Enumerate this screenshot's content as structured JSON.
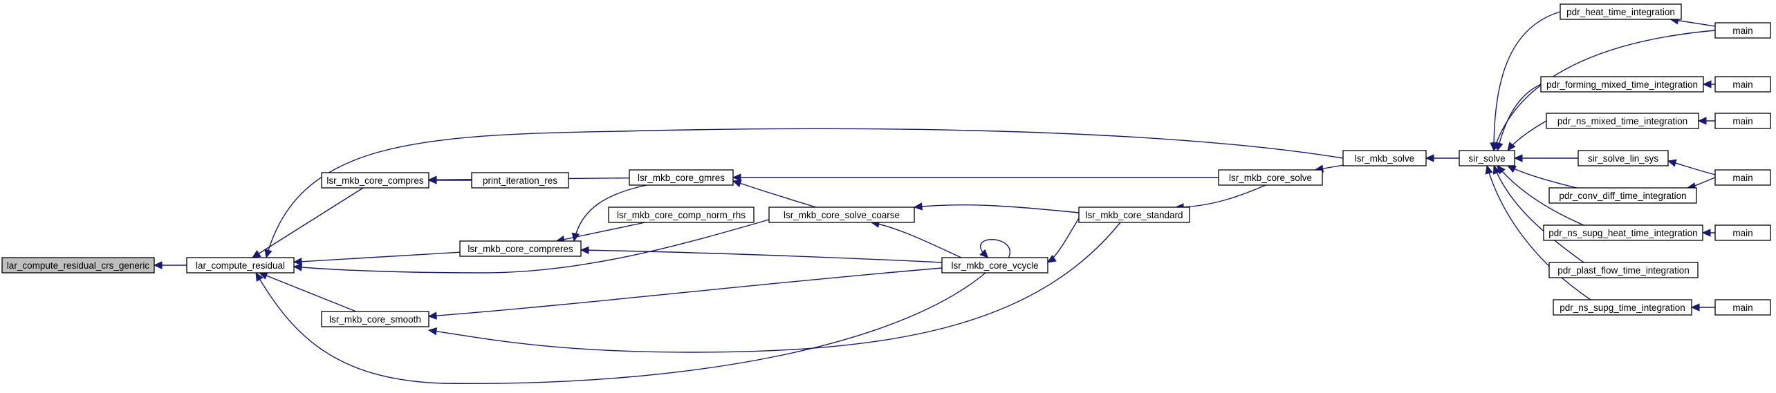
{
  "graph": {
    "nodes": {
      "root": "lar_compute_residual_crs_generic",
      "lar_res": "lar_compute_residual",
      "compres": "lsr_mkb_core_compres",
      "compreres": "lsr_mkb_core_compreres",
      "smooth": "lsr_mkb_core_smooth",
      "gmres": "lsr_mkb_core_gmres",
      "print_res": "print_iteration_res",
      "norm_rhs": "lsr_mkb_core_comp_norm_rhs",
      "coarse": "lsr_mkb_core_solve_coarse",
      "vcycle": "lsr_mkb_core_vcycle",
      "standard": "lsr_mkb_core_standard",
      "core_solve": "lsr_mkb_core_solve",
      "mkb_solve": "lsr_mkb_solve",
      "sir_solve": "sir_solve",
      "heat": "pdr_heat_time_integration",
      "main1": "main",
      "forming": "pdr_forming_mixed_time_integration",
      "main2": "main",
      "ns_mixed": "pdr_ns_mixed_time_integration",
      "main3": "main",
      "lin_sys": "sir_solve_lin_sys",
      "main4": "main",
      "conv": "pdr_conv_diff_time_integration",
      "supg_heat": "pdr_ns_supg_heat_time_integration",
      "main5": "main",
      "plast": "pdr_plast_flow_time_integration",
      "supg": "pdr_ns_supg_time_integration",
      "main6": "main"
    },
    "edges": [
      [
        "lar_res",
        "root"
      ],
      [
        "compres",
        "lar_res"
      ],
      [
        "compreres",
        "lar_res"
      ],
      [
        "smooth",
        "lar_res"
      ],
      [
        "mkb_solve",
        "lar_res"
      ],
      [
        "coarse",
        "lar_res"
      ],
      [
        "vcycle",
        "lar_res"
      ],
      [
        "print_res",
        "compres"
      ],
      [
        "gmres",
        "compres"
      ],
      [
        "gmres",
        "compreres"
      ],
      [
        "norm_rhs",
        "compreres"
      ],
      [
        "vcycle",
        "compreres"
      ],
      [
        "vcycle",
        "smooth"
      ],
      [
        "standard",
        "smooth"
      ],
      [
        "coarse",
        "gmres"
      ],
      [
        "core_solve",
        "gmres"
      ],
      [
        "vcycle",
        "coarse"
      ],
      [
        "standard",
        "coarse"
      ],
      [
        "vcycle",
        "vcycle"
      ],
      [
        "standard",
        "vcycle"
      ],
      [
        "core_solve",
        "standard"
      ],
      [
        "mkb_solve",
        "core_solve"
      ],
      [
        "sir_solve",
        "mkb_solve"
      ],
      [
        "heat",
        "sir_solve"
      ],
      [
        "main1",
        "sir_solve"
      ],
      [
        "forming",
        "sir_solve"
      ],
      [
        "ns_mixed",
        "sir_solve"
      ],
      [
        "lin_sys",
        "sir_solve"
      ],
      [
        "conv",
        "sir_solve"
      ],
      [
        "supg_heat",
        "sir_solve"
      ],
      [
        "plast",
        "sir_solve"
      ],
      [
        "supg",
        "sir_solve"
      ],
      [
        "main1",
        "heat"
      ],
      [
        "main2",
        "forming"
      ],
      [
        "main3",
        "ns_mixed"
      ],
      [
        "main4",
        "lin_sys"
      ],
      [
        "main4",
        "conv"
      ],
      [
        "main5",
        "supg_heat"
      ],
      [
        "main6",
        "supg"
      ]
    ]
  },
  "colors": {
    "edge": "#191970",
    "root_fill": "#bfbfbf",
    "node_fill": "#ffffff",
    "node_border": "#000000"
  }
}
